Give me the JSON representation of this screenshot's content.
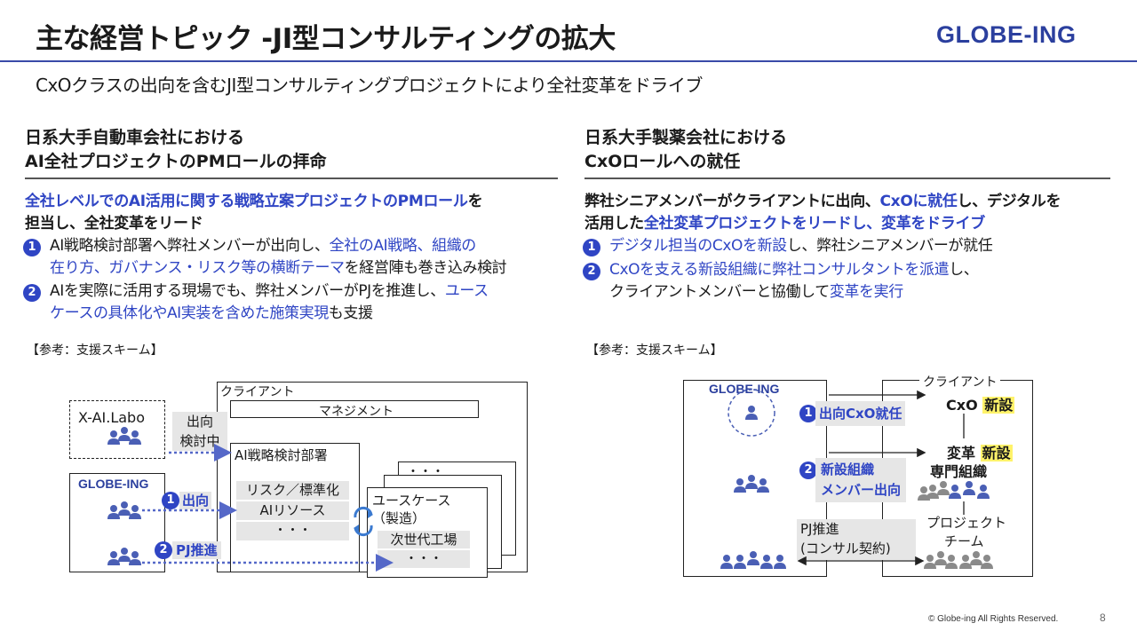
{
  "header": {
    "title": "主な経営トピック -JI型コンサルティングの拡大",
    "logo": "GLOBE-ING",
    "subtitle": "CxOクラスの出向を含むJI型コンサルティングプロジェクトにより全社変革をドライブ"
  },
  "left": {
    "title_line1": "日系大手自動車会社における",
    "title_line2": "AI全社プロジェクトのPMロールの拝命",
    "lead_line1_blue": "全社レベルでのAI活用に関する戦略立案プロジェクトのPMロール",
    "lead_line1_tail": "を",
    "lead_line2": "担当し、全社変革をリード",
    "p1_line1_a": "AI戦略検討部署へ弊社メンバーが出向し、",
    "p1_line1_b": "全社のAI戦略、組織の",
    "p1_line2_a": "在り方、ガバナンス・リスク等の横断テーマ",
    "p1_line2_b": "を経営陣も巻き込み検討",
    "p2_line1_a": "AIを実際に活用する現場でも、弊社メンバーがPJを推進し、",
    "p2_line1_b": "ユース",
    "p2_line2_a": "ケースの具体化やAI実装を含めた施策実現",
    "p2_line2_b": "も支援",
    "ref": "【参考：支援スキーム】",
    "diagram": {
      "client": "クライアント",
      "management": "マネジメント",
      "xai": "X-AI.Labo",
      "shukko_line1": "出向",
      "shukko_line2": "検討中",
      "globe": "GLOBE-ING",
      "dept": "AI戦略検討部署",
      "risk": "リスク／標準化",
      "resource": "AIリソース",
      "dots": "・・・",
      "usecase_line1": "ユースケース",
      "usecase_line2": "（製造）",
      "next_factory": "次世代工場",
      "arrow1": "出向",
      "arrow2": "PJ推進",
      "n1": "1",
      "n2": "2"
    }
  },
  "right": {
    "title_line1": "日系大手製薬会社における",
    "title_line2": "CxOロールへの就任",
    "lead_line1_a": "弊社シニアメンバーがクライアントに出向、",
    "lead_line1_b": "CxOに就任",
    "lead_line1_c": "し、デジタルを",
    "lead_line2_a": "活用した",
    "lead_line2_b": "全社変革プロジェクトをリードし、変革をドライブ",
    "p1_a": "デジタル担当のCxOを新設",
    "p1_b": "し、弊社シニアメンバーが就任",
    "p2_line1_a": "CxOを支える新設組織に弊社コンサルタントを派遣",
    "p2_line1_b": "し、",
    "p2_line2_a": "クライアントメンバーと協働して",
    "p2_line2_b": "変革を実行",
    "ref": "【参考：支援スキーム】",
    "diagram": {
      "client": "クライアント",
      "globe": "GLOBE-ING",
      "cxo": "CxO",
      "new1": "新設",
      "henkaku": "変革",
      "new2": "新設",
      "senmon": "専門組織",
      "project_line1": "プロジェクト",
      "project_line2": "チーム",
      "label1": "出向CxO就任",
      "label2_line1": "新設組織",
      "label2_line2": "メンバー出向",
      "pj_line1": "PJ推進",
      "pj_line2": "(コンサル契約)",
      "n1": "1",
      "n2": "2"
    }
  },
  "footer": {
    "copyright": "© Globe-ing All Rights Reserved.",
    "page": "8"
  },
  "colors": {
    "brand_blue": "#2f45c4",
    "logo_blue": "#2b3f9e",
    "highlight": "#fff36a",
    "person_blue": "#4a5fb5",
    "person_grey": "#8a8a8a"
  }
}
